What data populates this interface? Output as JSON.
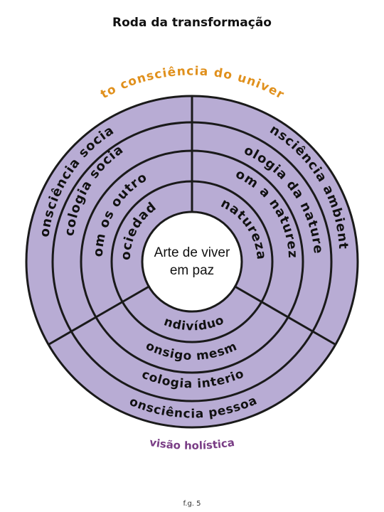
{
  "title": "Roda da transformação",
  "figure_label": "f.g. 5",
  "center": {
    "line1": "Arte de viver",
    "line2": "em paz"
  },
  "top_arc": "auto consciência do universo",
  "bottom_arc": "visão holística",
  "left_sector": [
    "consciência social",
    "ecologia social",
    "com os outros",
    "sociedade"
  ],
  "right_sector": [
    "consciência ambiental",
    "ecologia da natureza",
    "com a natureza",
    "natureza"
  ],
  "bottom_sector": [
    "indivíduo",
    "consigo mesmo",
    "ecologia interior",
    "consciência pessoal"
  ],
  "colors": {
    "fill": "#b8acd4",
    "stroke": "#1a1a1a",
    "top_arc_text": "#e0901c",
    "bottom_arc_text": "#7a3e86"
  }
}
